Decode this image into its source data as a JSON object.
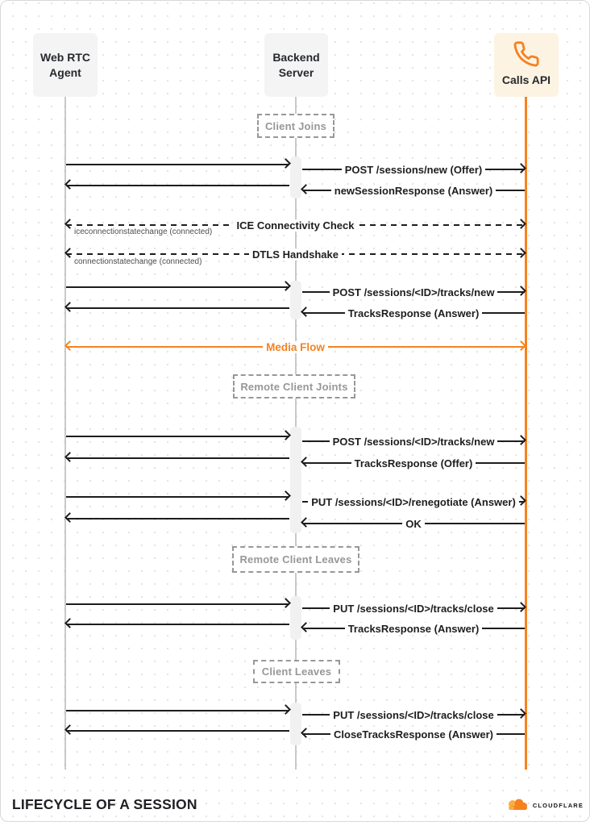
{
  "diagram_title": "LIFECYCLE OF A SESSION",
  "brand": {
    "name": "CLOUDFLARE",
    "logo": "cloudflare-cloud-icon"
  },
  "actors": [
    {
      "id": "webrtc-agent",
      "line1": "Web RTC",
      "line2": "Agent"
    },
    {
      "id": "backend-server",
      "line1": "Backend",
      "line2": "Server"
    },
    {
      "id": "calls-api",
      "label": "Calls API",
      "icon": "phone-icon"
    }
  ],
  "phase_notes": [
    {
      "label": "Client Joins"
    },
    {
      "label": "Remote Client Joints"
    },
    {
      "label": "Remote Client Leaves"
    },
    {
      "label": "Client Leaves"
    }
  ],
  "messages": [
    {
      "label": "POST /sessions/new (Offer)",
      "direction": "request"
    },
    {
      "label": "newSessionResponse (Answer)",
      "direction": "response"
    },
    {
      "label": "POST /sessions/<ID>/tracks/new",
      "direction": "request"
    },
    {
      "label": "TracksResponse (Answer)",
      "direction": "response"
    },
    {
      "label": "POST /sessions/<ID>/tracks/new",
      "direction": "request"
    },
    {
      "label": "TracksResponse (Offer)",
      "direction": "response"
    },
    {
      "label": "PUT /sessions/<ID>/renegotiate (Answer)",
      "direction": "request"
    },
    {
      "label": "OK",
      "direction": "response"
    },
    {
      "label": "PUT /sessions/<ID>/tracks/close",
      "direction": "request"
    },
    {
      "label": "TracksResponse (Answer)",
      "direction": "response"
    },
    {
      "label": "PUT /sessions/<ID>/tracks/close",
      "direction": "request"
    },
    {
      "label": "CloseTracksResponse (Answer)",
      "direction": "response"
    }
  ],
  "events": [
    {
      "label": "ICE Connectivity Check",
      "sublabel": "iceconnectionstatechange (connected)"
    },
    {
      "label": "DTLS Handshake",
      "sublabel": "connectionstatechange (connected)"
    }
  ],
  "media_flow": {
    "label": "Media Flow"
  },
  "colors": {
    "accent_orange": "#f6821f",
    "accent_orange_light": "#fbad41",
    "actor_box_gray": "#f4f4f5",
    "calls_api_box": "#fdf3e3",
    "arrow_black": "#1d1d1f",
    "lifeline_gray": "#c9c9ca",
    "note_gray": "#98989a"
  }
}
